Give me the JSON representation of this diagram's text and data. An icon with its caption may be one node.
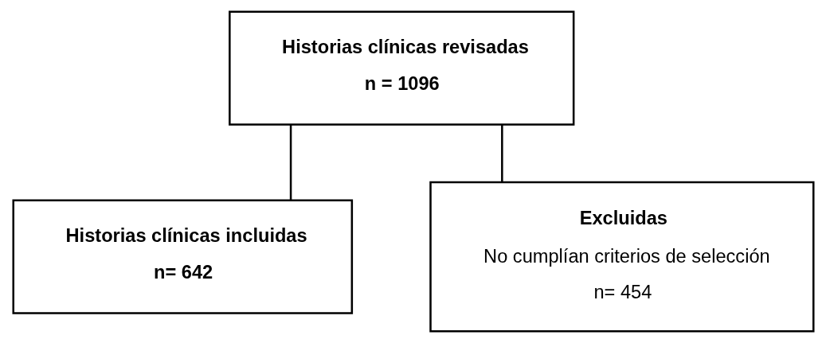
{
  "diagram": {
    "nodes": [
      {
        "text": [
          "Historias clínicas revisadas",
          "n = 1096"
        ]
      },
      {
        "text": [
          "Historias clínicas incluidas",
          "n= 642"
        ]
      },
      {
        "text": [
          "Excluidas",
          "No cumplían criterios de selección",
          "n= 454"
        ]
      }
    ],
    "edges": [
      {
        "from": 0,
        "to": 1,
        "arrow": "none"
      },
      {
        "from": 0,
        "to": 2,
        "arrow": "none"
      }
    ]
  }
}
